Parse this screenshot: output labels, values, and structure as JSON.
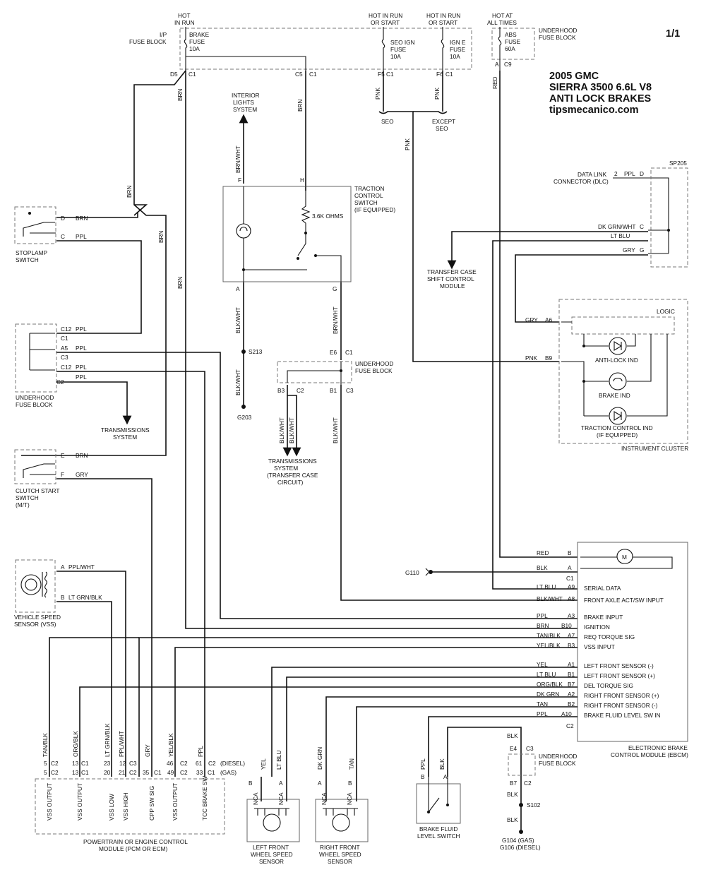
{
  "page_number": "1/1",
  "title": {
    "line1": "2005 GMC",
    "line2": "SIERRA 3500    6.6L V8",
    "line3": "ANTI LOCK BRAKES",
    "line4": "tipsmecanico.com"
  },
  "hot_labels": {
    "run_a": "HOT",
    "run_b": "IN RUN",
    "seo_a": "HOT IN RUN",
    "seo_b": "OR START",
    "igne_a": "HOT IN RUN",
    "igne_b": "OR START",
    "always_a": "HOT AT",
    "always_b": "ALL TIMES"
  },
  "ip_fuse_block": {
    "l1": "I/P",
    "l2": "FUSE BLOCK"
  },
  "fuses": {
    "brake": [
      "BRAKE",
      "FUSE",
      "10A"
    ],
    "seo": [
      "SEO IGN",
      "FUSE",
      "10A"
    ],
    "igne": [
      "IGN E",
      "FUSE",
      "10A"
    ],
    "abs": [
      "ABS",
      "FUSE",
      "60A"
    ]
  },
  "underhood_top": {
    "l1": "UNDERHOOD",
    "l2": "FUSE BLOCK"
  },
  "pins": {
    "d5": "D5",
    "c1a": "C1",
    "c5": "C5",
    "c1b": "C1",
    "f5": "F5",
    "c1c": "C1",
    "f6": "F6",
    "c1d": "C1",
    "a_abs": "A",
    "c9": "C9",
    "f_tcs": "F",
    "h_tcs": "H",
    "a_tcs": "A",
    "g_tcs": "G",
    "e6": "E6",
    "c1e": "C1",
    "b3": "B3",
    "c2a": "C2",
    "b1": "B1",
    "c3a": "C3",
    "dlc2": "2",
    "dlcd": "D",
    "sp_c": "C",
    "sp_g": "G",
    "sw_d": "D",
    "sw_c": "C",
    "uh_c12a": "C12",
    "uh_c1": "C1",
    "uh_a5": "A5",
    "uh_c3": "C3",
    "uh_c12b": "C12",
    "uh_c2": "C2",
    "cs_e": "E",
    "cs_f": "F",
    "vss_a": "A",
    "vss_b": "B",
    "ic_a6": "A6",
    "ic_b9": "B9"
  },
  "wires": {
    "brn1": "BRN",
    "brn2": "BRN",
    "brn3": "BRN",
    "brn4": "BRN",
    "pnk1": "PNK",
    "pnk2": "PNK",
    "pnk3": "PNK",
    "red": "RED",
    "brnwht": "BRN/WHT",
    "blkwht1": "BLK/WHT",
    "blkwht2": "BLK/WHT",
    "brnwht2": "BRN/WHT",
    "blkwht3": "BLK/WHT",
    "blkwht4": "BLK/WHT",
    "blkwht5": "BLK/WHT",
    "sw_d": "BRN",
    "sw_c": "PPL",
    "uh_c12a": "PPL",
    "uh_a5": "PPL",
    "uh_c12b": "PPL",
    "uh_c2": "PPL",
    "cs_e": "BRN",
    "cs_f": "GRY",
    "vss_a": "PPL/WHT",
    "vss_b": "LT GRN/BLK",
    "dlc_ppl": "PPL",
    "dkgrnwht": "DK GRN/WHT",
    "ltblu": "LT BLU",
    "gry_sp": "GRY",
    "ic_gry": "GRY",
    "ic_pnk": "PNK"
  },
  "seo_labels": {
    "seo": "SEO",
    "except_a": "EXCEPT",
    "except_b": "SEO"
  },
  "interior_lights": [
    "INTERIOR",
    "LIGHTS",
    "SYSTEM"
  ],
  "traction_switch": [
    "TRACTION",
    "CONTROL",
    "SWITCH",
    "(IF EQUIPPED)"
  ],
  "resistor": "3.6K OHMS",
  "s213": "S213",
  "g203": "G203",
  "underhood_mid": {
    "l1": "UNDERHOOD",
    "l2": "FUSE BLOCK"
  },
  "trans_sys_tc": [
    "TRANSMISSIONS",
    "SYSTEM",
    "(TRANSFER CASE",
    "CIRCUIT)"
  ],
  "stoplamp": [
    "STOPLAMP",
    "SWITCH"
  ],
  "underhood_left": [
    "UNDERHOOD",
    "FUSE BLOCK"
  ],
  "trans_sys": [
    "TRANSMISSIONS",
    "SYSTEM"
  ],
  "clutch": [
    "CLUTCH START",
    "SWITCH",
    "(M/T)"
  ],
  "vss_sensor": [
    "VEHICLE SPEED",
    "SENSOR (VSS)"
  ],
  "dlc": [
    "DATA LINK",
    "CONNECTOR (DLC)"
  ],
  "sp205": "SP205",
  "tcs_module": [
    "TRANSFER CASE",
    "SHIFT CONTROL",
    "MODULE"
  ],
  "cluster": {
    "logic": "LOGIC",
    "antilock": "ANTI-LOCK IND",
    "brake": "BRAKE IND",
    "traction": [
      "TRACTION CONTROL IND",
      "(IF EQUIPPED)"
    ],
    "name": "INSTRUMENT CLUSTER"
  },
  "ebcm": {
    "g110": "G110",
    "motor": "M",
    "rows": [
      {
        "color": "RED",
        "pin": "B",
        "label": ""
      },
      {
        "color": "BLK",
        "pin": "A",
        "label": ""
      },
      {
        "color": "",
        "pin": "C1",
        "label": ""
      },
      {
        "color": "LT BLU",
        "pin": "A9",
        "label": "SERIAL DATA"
      },
      {
        "color": "BLK/WHT",
        "pin": "A8",
        "label": "FRONT AXLE ACT/SW INPUT"
      },
      {
        "color": "PPL",
        "pin": "A3",
        "label": "BRAKE INPUT"
      },
      {
        "color": "BRN",
        "pin": "B10",
        "label": "IGNITION"
      },
      {
        "color": "TAN/BLK",
        "pin": "A7",
        "label": "REQ TORQUE SIG"
      },
      {
        "color": "YEL/BLK",
        "pin": "B3",
        "label": "VSS INPUT"
      },
      {
        "color": "YEL",
        "pin": "A1",
        "label": "LEFT FRONT SENSOR (-)"
      },
      {
        "color": "LT BLU",
        "pin": "B1",
        "label": "LEFT FRONT SENSOR (+)"
      },
      {
        "color": "ORG/BLK",
        "pin": "B7",
        "label": "DEL TORQUE SIG"
      },
      {
        "color": "DK GRN",
        "pin": "A2",
        "label": "RIGHT FRONT SENSOR (+)"
      },
      {
        "color": "TAN",
        "pin": "B2",
        "label": "RIGHT FRONT SENSOR (-)"
      },
      {
        "color": "PPL",
        "pin": "A10",
        "label": "BRAKE FLUID LEVEL SW IN"
      },
      {
        "color": "",
        "pin": "C2",
        "label": ""
      }
    ],
    "name": [
      "ELECTRONIC BRAKE",
      "CONTROL MODULE (EBCM)"
    ]
  },
  "pcm": {
    "wires": [
      "TAN/BLK",
      "ORG/BLK",
      "LT GRN/BLK",
      "PPL/WHT",
      "GRY",
      "YEL/BLK",
      "PPL"
    ],
    "row1": [
      "5",
      "C2",
      "13",
      "C1",
      "23",
      "12",
      "C3",
      "",
      "46",
      "C2",
      "61",
      "C2",
      "(DIESEL)"
    ],
    "row2": [
      "20",
      "21",
      "C2",
      "35",
      "C1",
      "49",
      "C2",
      "33",
      "C1",
      "(GAS)"
    ],
    "labels": [
      "VSS OUTPUT",
      "VSS OUTPUT",
      "VSS LOW",
      "VSS HIGH",
      "CPP SW SIG",
      "VSS OUTPUT",
      "TCC BRAKE SW"
    ],
    "name": [
      "POWERTRAIN OR ENGINE CONTROL",
      "MODULE (PCM OR ECM)"
    ]
  },
  "lf_sensor": {
    "wires": [
      "YEL",
      "LT BLU"
    ],
    "pins": [
      "B",
      "A"
    ],
    "nca": [
      "NCA",
      "NCA"
    ],
    "name": [
      "LEFT FRONT",
      "WHEEL SPEED",
      "SENSOR"
    ]
  },
  "rf_sensor": {
    "wires": [
      "DK GRN",
      "TAN"
    ],
    "pins": [
      "A",
      "B"
    ],
    "nca": [
      "NCA",
      "NCA"
    ],
    "name": [
      "RIGHT FRONT",
      "WHEEL SPEED",
      "SENSOR"
    ]
  },
  "fluid_switch": {
    "wires": [
      "PPL",
      "BLK"
    ],
    "pins": [
      "B",
      "A"
    ],
    "name": [
      "BRAKE FLUID",
      "LEVEL SWITCH"
    ]
  },
  "ground_chain": {
    "blk1": "BLK",
    "e4": "E4",
    "c3": "C3",
    "uh": [
      "UNDERHOOD",
      "FUSE BLOCK"
    ],
    "b7": "B7",
    "c2": "C2",
    "blk2": "BLK",
    "s102": "S102",
    "blk3": "BLK",
    "g104": "G104 (GAS)",
    "g106": "G106 (DIESEL)"
  }
}
